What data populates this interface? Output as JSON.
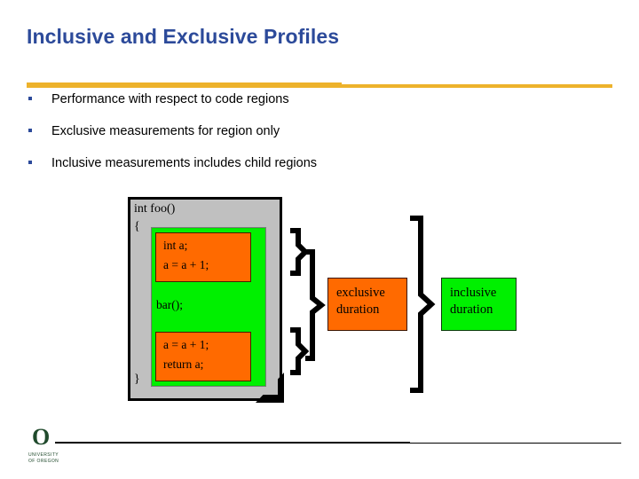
{
  "slide": {
    "title": "Inclusive and Exclusive Profiles",
    "accent_gold": "#edb22b",
    "title_color": "#2c4a9a"
  },
  "bullets": [
    {
      "text": "Performance with respect to code regions"
    },
    {
      "text": "Exclusive measurements for region only"
    },
    {
      "text": "Inclusive measurements includes child regions"
    }
  ],
  "code_diagram": {
    "signature": "int foo()",
    "brace_open": "{",
    "brace_close": "}",
    "outer_color": "#c0c0c0",
    "inner_color": "#00f000",
    "highlight_color": "#ff6a00",
    "blocks": [
      {
        "line0": "int a;",
        "line1": "a = a + 1;"
      },
      {
        "line0": "a = a + 1;",
        "line1": "return a;"
      }
    ],
    "call": "bar();"
  },
  "labels": {
    "exclusive": {
      "line0": "exclusive",
      "line1": "duration",
      "color": "#ff6a00"
    },
    "inclusive": {
      "line0": "inclusive",
      "line1": "duration",
      "color": "#00f000"
    }
  },
  "footer": {
    "logo_letter": "O",
    "org_line0": "UNIVERSITY",
    "org_line1": "OF OREGON",
    "logo_color": "#204a2c"
  }
}
